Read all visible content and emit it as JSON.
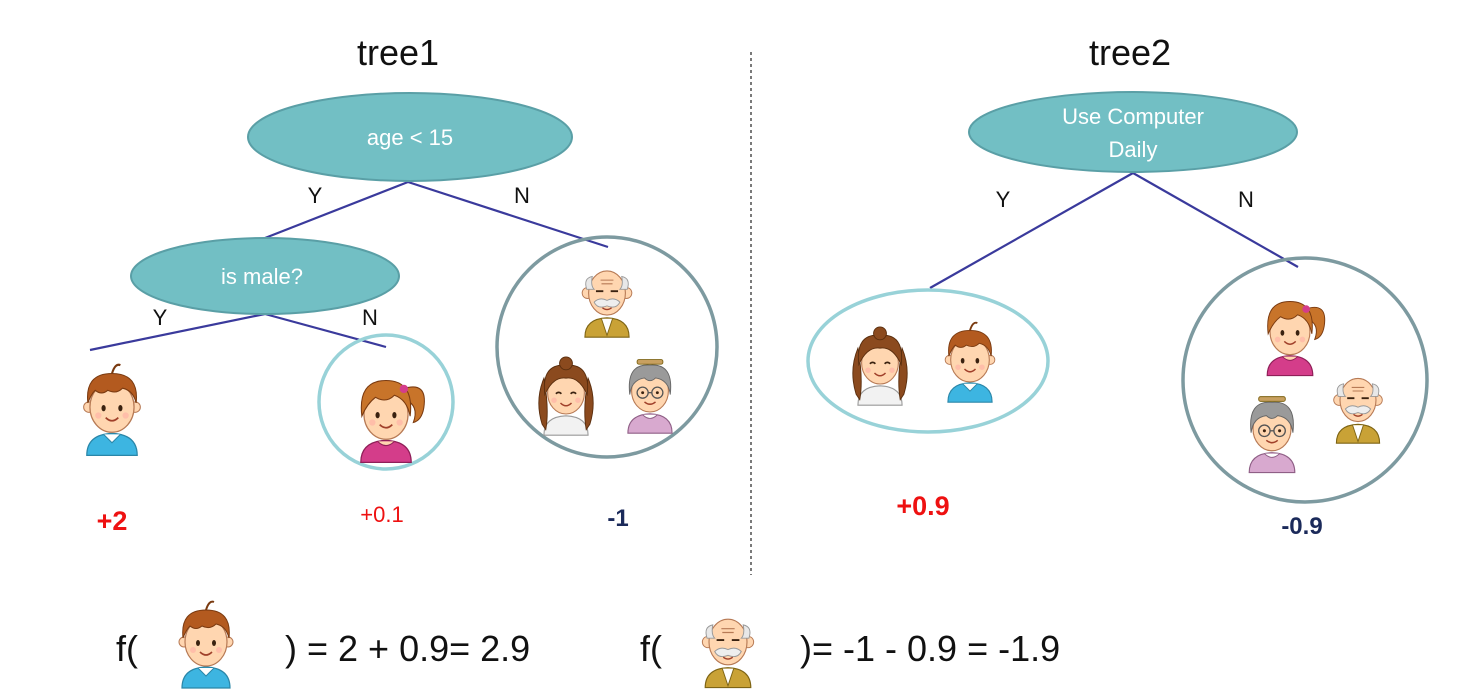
{
  "colors": {
    "node_fill": "#72bfc4",
    "node_stroke": "#5a9fa6",
    "edge": "#3a3a9c",
    "positive": "#ee1111",
    "negative": "#1b2a5a",
    "light_circle": "#98d2d8",
    "dark_circle": "#7d9aa0"
  },
  "tree1": {
    "title": "tree1",
    "root": "age < 15",
    "root_yes": "Y",
    "root_no": "N",
    "child": "is male?",
    "child_yes": "Y",
    "child_no": "N",
    "leaf_boy_score": "+2",
    "leaf_girl_score": "+0.1",
    "leaf_elders_score": "-1"
  },
  "tree2": {
    "title": "tree2",
    "root_line1": "Use Computer",
    "root_line2": "Daily",
    "root_yes": "Y",
    "root_no": "N",
    "leaf_yes_score": "+0.9",
    "leaf_no_score": "-0.9"
  },
  "formulas": {
    "boy_prefix": "f(",
    "boy_result": ") = 2 + 0.9= 2.9",
    "grandpa_prefix": "f(",
    "grandpa_result": ")= -1 - 0.9 = -1.9"
  },
  "icons": [
    "boy-icon",
    "girl-icon",
    "grandpa-icon",
    "grandma-icon",
    "woman-icon"
  ]
}
